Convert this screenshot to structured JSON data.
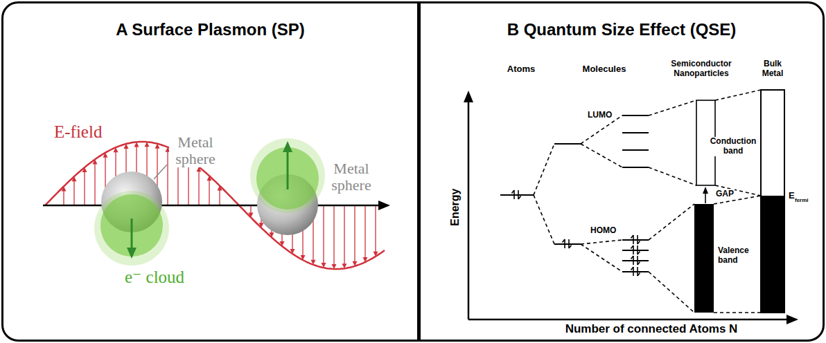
{
  "diagram": {
    "nodes": [
      {
        "text": [
          "A Surface Plasmon (SP)"
        ]
      },
      {
        "text": [
          "B Quantum Size Effect (QSE)"
        ]
      }
    ],
    "labels": [
      "E-field",
      "Metal sphere",
      "Metal sphere",
      "e⁻ cloud",
      "Atoms",
      "Molecules",
      "Semiconductor Nanoparticles",
      "Bulk Metal",
      "LUMO",
      "HOMO",
      "Conduction band",
      "GAP",
      "Valence band",
      "E",
      "fermi",
      "Energy",
      "Number of connected Atoms N"
    ]
  }
}
